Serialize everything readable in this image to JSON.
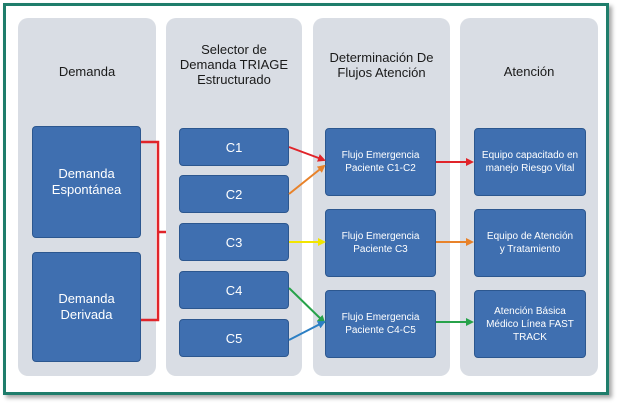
{
  "columns": [
    {
      "title": "Demanda"
    },
    {
      "title": "Selector de Demanda TRIAGE Estructurado"
    },
    {
      "title": "Determinación De Flujos Atención"
    },
    {
      "title": "Atención"
    }
  ],
  "demand": {
    "spontaneous": "Demanda Espontánea",
    "derived": "Demanda Derivada"
  },
  "triage": [
    "C1",
    "C2",
    "C3",
    "C4",
    "C5"
  ],
  "flows": [
    "Flujo Emergencia Paciente C1-C2",
    "Flujo Emergencia Paciente C3",
    "Flujo Emergencia Paciente C4-C5"
  ],
  "care": [
    "Equipo capacitado en manejo Riesgo Vital",
    "Equipo de Atención y Tratamiento",
    "Atención Básica Médico Línea FAST TRACK"
  ],
  "colors": {
    "frame": "#1f7d6b",
    "column_bg": "#d9dde4",
    "box_fill": "#3f6fb0",
    "red": "#e0242a",
    "orange": "#e8822a",
    "yellow": "#f2e500",
    "green": "#27a24a",
    "blue": "#2c7fc4"
  }
}
